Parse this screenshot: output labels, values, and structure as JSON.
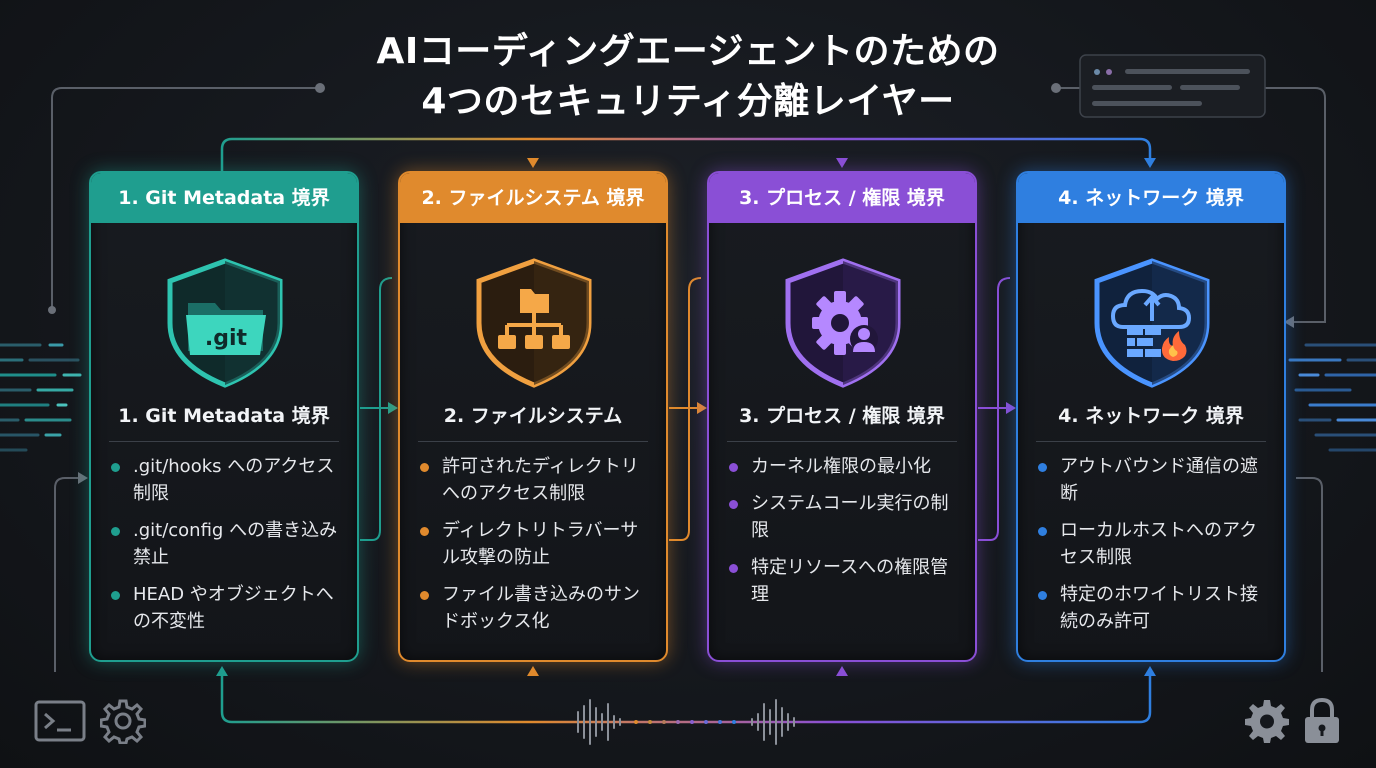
{
  "title": {
    "line1": "AIコーディングエージェントのための",
    "line2": "4つのセキュリティ分離レイヤー"
  },
  "colors": {
    "git": "#1f9e8f",
    "filesystem": "#e08a2d",
    "process": "#8a4fd6",
    "network": "#2f7fe0"
  },
  "cards": [
    {
      "header": "1. Git Metadata 境界",
      "subtitle": "1. Git Metadata 境界",
      "icon": "git-folder-shield-icon",
      "icon_label": ".git",
      "items": [
        ".git/hooks へのアクセス制限",
        ".git/config への書き込み禁止",
        "HEAD やオブジェクトへの不変性"
      ]
    },
    {
      "header": "2. ファイルシステム 境界",
      "subtitle": "2. ファイルシステム",
      "icon": "folder-tree-shield-icon",
      "items": [
        "許可されたディレクトリへのアクセス制限",
        "ディレクトリトラバーサル攻撃の防止",
        "ファイル書き込みのサンドボックス化"
      ]
    },
    {
      "header": "3. プロセス / 権限 境界",
      "subtitle": "3. プロセス / 権限 境界",
      "icon": "gear-user-shield-icon",
      "items": [
        "カーネル権限の最小化",
        "システムコール実行の制限",
        "特定リソースへの権限管理"
      ]
    },
    {
      "header": "4. ネットワーク 境界",
      "subtitle": "4. ネットワーク 境界",
      "icon": "cloud-firewall-shield-icon",
      "items": [
        "アウトバウンド通信の遮断",
        "ローカルホストへのアクセス制限",
        "特定のホワイトリスト接続のみ許可"
      ]
    }
  ]
}
